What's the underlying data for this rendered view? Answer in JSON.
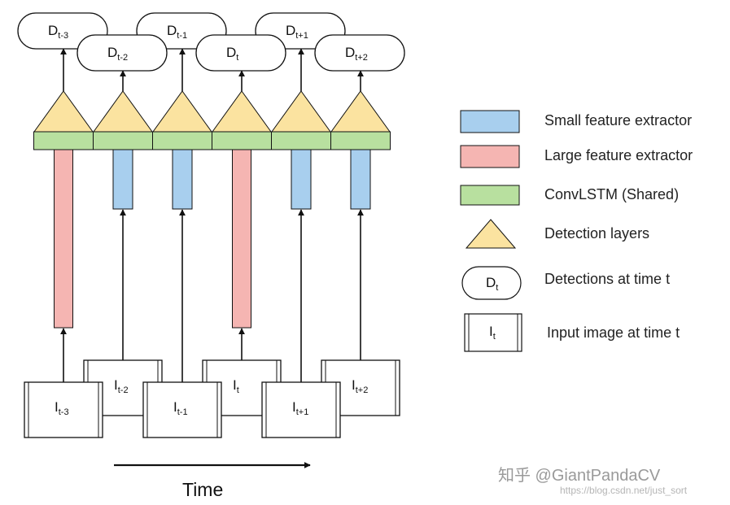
{
  "detections": [
    {
      "base": "D",
      "sub": "t-3"
    },
    {
      "base": "D",
      "sub": "t-2"
    },
    {
      "base": "D",
      "sub": "t-1"
    },
    {
      "base": "D",
      "sub": "t"
    },
    {
      "base": "D",
      "sub": "t+1"
    },
    {
      "base": "D",
      "sub": "t+2"
    }
  ],
  "inputs": [
    {
      "base": "I",
      "sub": "t-3",
      "extractor": "large"
    },
    {
      "base": "I",
      "sub": "t-2",
      "extractor": "small"
    },
    {
      "base": "I",
      "sub": "t-1",
      "extractor": "small"
    },
    {
      "base": "I",
      "sub": "t",
      "extractor": "large"
    },
    {
      "base": "I",
      "sub": "t+1",
      "extractor": "small"
    },
    {
      "base": "I",
      "sub": "t+2",
      "extractor": "small"
    }
  ],
  "legend": {
    "small": "Small feature extractor",
    "large": "Large feature extractor",
    "convlstm": "ConvLSTM (Shared)",
    "detection": "Detection layers",
    "detections": "Detections at time t",
    "input": "Input image at time t",
    "detections_sample": {
      "base": "D",
      "sub": "t"
    },
    "input_sample": {
      "base": "I",
      "sub": "t"
    }
  },
  "axis": {
    "label": "Time"
  },
  "watermark": {
    "line1": "知乎 @GiantPandaCV",
    "line2": "https://blog.csdn.net/just_sort"
  },
  "colors": {
    "small": "#a8cfee",
    "large": "#f5b5b2",
    "convlstm": "#b8e09f",
    "detection": "#fbe3a0",
    "stroke": "#111111",
    "background": "#ffffff"
  }
}
